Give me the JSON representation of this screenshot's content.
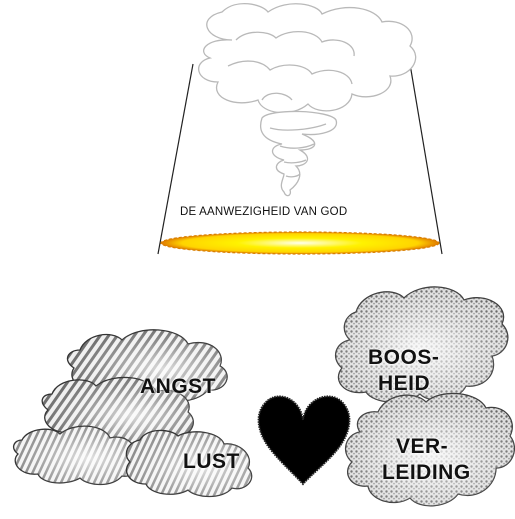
{
  "diagram": {
    "presence_label": "DE AANWEZIGHEID VAN GOD",
    "left_clouds": {
      "angst": "ANGST",
      "lust": "LUST"
    },
    "right_clouds": {
      "boosheid_line1": "BOOS-",
      "boosheid_line2": "HEID",
      "verleiding_line1": "VER-",
      "verleiding_line2": "LEIDING"
    },
    "colors": {
      "light_beam_outline": "#222222",
      "glory_ring_fill": "#ffe800",
      "glory_ring_edge": "#e07a00",
      "heart": "#000000",
      "storm_cloud_dark": "#5a5a5a",
      "storm_cloud_light": "#e8e8e8",
      "dotted_cloud": "#8a8a8a"
    },
    "icons": [
      "whirlwind-cloud-icon",
      "heart-icon",
      "storm-cloud-icon",
      "dotted-cloud-icon"
    ]
  }
}
